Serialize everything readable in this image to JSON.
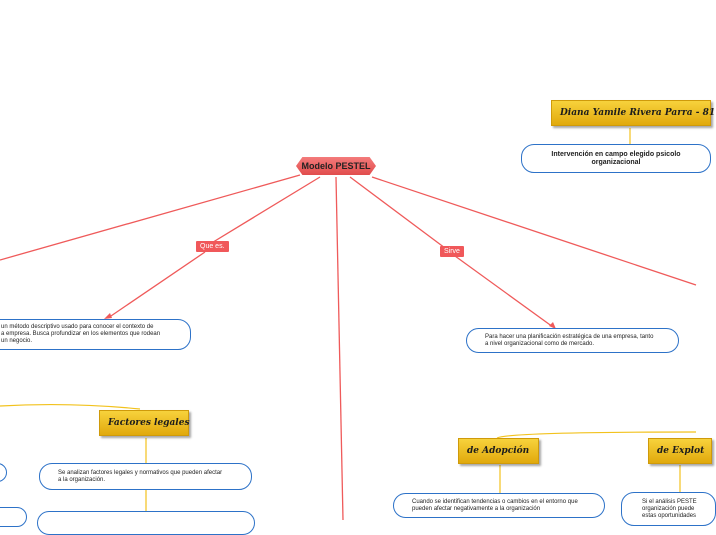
{
  "central": {
    "label": "Modelo PESTEL"
  },
  "tags": {
    "que_es": "Que es.",
    "sirve": "Sirve"
  },
  "bubbles": {
    "definicion": "un método descriptivo usado para conocer el contexto de\na empresa. Busca profundizar en los elementos que rodean\nun negocio.",
    "planificacion": "Para hacer una planificación estratégica de una empresa, tanto\na nivel organizacional como de mercado.",
    "intervencion": "Intervención en campo elegido psicolo\norganizacional",
    "legales_desc": "Se analizan factores legales y normativos que pueden afectar\na la organización.",
    "adopcion_desc": "Cuando se identifican tendencias o cambios en el entorno que\npueden afectar negativamente a la organización",
    "explot_desc": "Si el análisis PESTE\norganización puede\nestas oportunidades"
  },
  "plaques": {
    "author": "Diana Yamile Rivera Parra - 81",
    "factores_legales": "Factores legales",
    "adopcion": "de Adopción",
    "explot": "de Explot"
  },
  "colors": {
    "connector_red": "#ef5a5a",
    "connector_yellow": "#f2c21d",
    "bubble_border": "#2d72c8",
    "tag_bg": "#f0585a"
  }
}
